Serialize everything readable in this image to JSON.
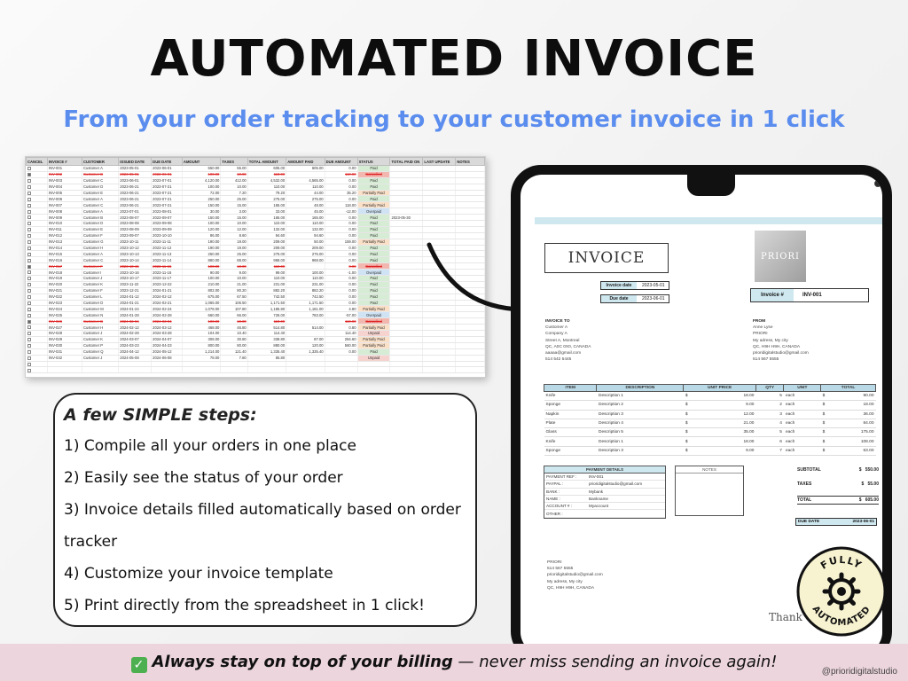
{
  "title": "AUTOMATED INVOICE",
  "subtitle": "From your order tracking to your customer invoice in 1 click",
  "sheet": {
    "headers": [
      "CANCEL",
      "INVOICE #",
      "CUSTOMER",
      "ISSUED DATE",
      "DUE DATE",
      "AMOUNT",
      "TAXES",
      "TOTAL AMOUNT",
      "AMOUNT PAID",
      "DUE AMOUNT",
      "STATUS",
      "TOTAL PAID ON",
      "LAST UPDATE",
      "NOTES"
    ],
    "rows": [
      {
        "c": false,
        "inv": "INV-001",
        "cust": "Customer A",
        "iss": "2023-05-01",
        "due": "2023-06-01",
        "amt": "550.00",
        "tax": "55.00",
        "tot": "605.00",
        "paid": "605.00",
        "dueamt": "0.00",
        "st": "Paid",
        "cls": "paid"
      },
      {
        "c": true,
        "inv": "INV-002",
        "cust": "Customer B",
        "iss": "2023-05-01",
        "due": "2023-06-01",
        "amt": "100.00",
        "tax": "10.00",
        "tot": "110.00",
        "paid": "",
        "dueamt": "110.00",
        "st": "Cancelled",
        "cls": "can"
      },
      {
        "c": false,
        "inv": "INV-003",
        "cust": "Customer C",
        "iss": "2023-06-01",
        "due": "2023-07-01",
        "amt": "4,120.00",
        "tax": "412.00",
        "tot": "4,532.00",
        "paid": "4,565.00",
        "dueamt": "0.00",
        "st": "Paid",
        "cls": "paid"
      },
      {
        "c": false,
        "inv": "INV-004",
        "cust": "Customer D",
        "iss": "2023-06-21",
        "due": "2023-07-21",
        "amt": "100.00",
        "tax": "10.00",
        "tot": "110.00",
        "paid": "110.00",
        "dueamt": "0.00",
        "st": "Paid",
        "cls": "paid"
      },
      {
        "c": false,
        "inv": "INV-005",
        "cust": "Customer E",
        "iss": "2023-06-21",
        "due": "2023-07-21",
        "amt": "72.00",
        "tax": "7.20",
        "tot": "79.20",
        "paid": "44.00",
        "dueamt": "35.20",
        "st": "Partially Paid",
        "cls": "pp"
      },
      {
        "c": false,
        "inv": "INV-006",
        "cust": "Customer A",
        "iss": "2023-06-21",
        "due": "2023-07-21",
        "amt": "250.00",
        "tax": "25.00",
        "tot": "275.00",
        "paid": "275.00",
        "dueamt": "0.00",
        "st": "Paid",
        "cls": "paid"
      },
      {
        "c": false,
        "inv": "INV-007",
        "cust": "Customer C",
        "iss": "2023-06-21",
        "due": "2023-07-21",
        "amt": "150.00",
        "tax": "15.00",
        "tot": "165.00",
        "paid": "48.00",
        "dueamt": "118.00",
        "st": "Partially Paid",
        "cls": "pp"
      },
      {
        "c": false,
        "inv": "INV-008",
        "cust": "Customer A",
        "iss": "2023-07-01",
        "due": "2023-08-01",
        "amt": "30.00",
        "tax": "3.00",
        "tot": "33.00",
        "paid": "45.00",
        "dueamt": "-12.00",
        "st": "Overpaid",
        "cls": "over"
      },
      {
        "c": false,
        "inv": "INV-009",
        "cust": "Customer B",
        "iss": "2023-08-07",
        "due": "2023-09-07",
        "amt": "150.00",
        "tax": "15.00",
        "tot": "165.00",
        "paid": "165.00",
        "dueamt": "0.00",
        "st": "Paid",
        "cls": "paid",
        "paidon": "2023-05-30"
      },
      {
        "c": false,
        "inv": "INV-010",
        "cust": "Customer D",
        "iss": "2023-08-08",
        "due": "2023-09-08",
        "amt": "100.00",
        "tax": "10.00",
        "tot": "110.00",
        "paid": "110.00",
        "dueamt": "0.00",
        "st": "Paid",
        "cls": "paid"
      },
      {
        "c": false,
        "inv": "INV-011",
        "cust": "Customer E",
        "iss": "2023-08-09",
        "due": "2023-09-09",
        "amt": "120.00",
        "tax": "12.00",
        "tot": "132.00",
        "paid": "132.00",
        "dueamt": "0.00",
        "st": "Paid",
        "cls": "paid"
      },
      {
        "c": false,
        "inv": "INV-012",
        "cust": "Customer F",
        "iss": "2023-09-07",
        "due": "2023-10-10",
        "amt": "86.00",
        "tax": "8.60",
        "tot": "94.60",
        "paid": "94.60",
        "dueamt": "0.00",
        "st": "Paid",
        "cls": "paid"
      },
      {
        "c": false,
        "inv": "INV-013",
        "cust": "Customer G",
        "iss": "2023-10-11",
        "due": "2023-11-11",
        "amt": "190.00",
        "tax": "19.00",
        "tot": "209.00",
        "paid": "50.00",
        "dueamt": "159.00",
        "st": "Partially Paid",
        "cls": "pp"
      },
      {
        "c": false,
        "inv": "INV-014",
        "cust": "Customer H",
        "iss": "2023-10-12",
        "due": "2023-11-12",
        "amt": "190.00",
        "tax": "19.00",
        "tot": "209.00",
        "paid": "209.00",
        "dueamt": "0.00",
        "st": "Paid",
        "cls": "paid"
      },
      {
        "c": false,
        "inv": "INV-015",
        "cust": "Customer A",
        "iss": "2023-10-13",
        "due": "2023-11-13",
        "amt": "250.00",
        "tax": "25.00",
        "tot": "275.00",
        "paid": "275.00",
        "dueamt": "0.00",
        "st": "Paid",
        "cls": "paid"
      },
      {
        "c": false,
        "inv": "INV-016",
        "cust": "Customer C",
        "iss": "2023-10-14",
        "due": "2023-11-14",
        "amt": "880.00",
        "tax": "88.00",
        "tot": "968.00",
        "paid": "968.00",
        "dueamt": "0.00",
        "st": "Paid",
        "cls": "paid"
      },
      {
        "c": true,
        "inv": "INV-017",
        "cust": "Customer F",
        "iss": "2023-10-15",
        "due": "2023-11-15",
        "amt": "100.00",
        "tax": "10.00",
        "tot": "110.00",
        "paid": "",
        "dueamt": "0.00",
        "st": "Cancelled",
        "cls": "can"
      },
      {
        "c": false,
        "inv": "INV-018",
        "cust": "Customer I",
        "iss": "2023-10-16",
        "due": "2023-11-16",
        "amt": "90.00",
        "tax": "9.00",
        "tot": "99.00",
        "paid": "100.00",
        "dueamt": "-1.00",
        "st": "Overpaid",
        "cls": "over"
      },
      {
        "c": false,
        "inv": "INV-019",
        "cust": "Customer J",
        "iss": "2023-10-17",
        "due": "2023-11-17",
        "amt": "100.00",
        "tax": "10.00",
        "tot": "110.00",
        "paid": "110.00",
        "dueamt": "0.00",
        "st": "Paid",
        "cls": "paid"
      },
      {
        "c": false,
        "inv": "INV-020",
        "cust": "Customer K",
        "iss": "2023-11-22",
        "due": "2023-12-22",
        "amt": "210.00",
        "tax": "21.00",
        "tot": "231.00",
        "paid": "231.00",
        "dueamt": "0.00",
        "st": "Paid",
        "cls": "paid"
      },
      {
        "c": false,
        "inv": "INV-021",
        "cust": "Customer F",
        "iss": "2023-12-21",
        "due": "2024-01-21",
        "amt": "802.00",
        "tax": "80.20",
        "tot": "882.20",
        "paid": "882.20",
        "dueamt": "0.00",
        "st": "Paid",
        "cls": "paid"
      },
      {
        "c": false,
        "inv": "INV-022",
        "cust": "Customer L",
        "iss": "2024-01-12",
        "due": "2024-02-12",
        "amt": "675.00",
        "tax": "67.50",
        "tot": "742.50",
        "paid": "742.50",
        "dueamt": "0.00",
        "st": "Paid",
        "cls": "paid"
      },
      {
        "c": false,
        "inv": "INV-023",
        "cust": "Customer D",
        "iss": "2024-01-21",
        "due": "2024-02-21",
        "amt": "1,065.00",
        "tax": "106.50",
        "tot": "1,171.50",
        "paid": "1,171.50",
        "dueamt": "0.00",
        "st": "Paid",
        "cls": "paid"
      },
      {
        "c": false,
        "inv": "INV-024",
        "cust": "Customer M",
        "iss": "2024-01-24",
        "due": "2024-02-24",
        "amt": "1,078.00",
        "tax": "107.80",
        "tot": "1,185.80",
        "paid": "1,181.00",
        "dueamt": "4.80",
        "st": "Partially Paid",
        "cls": "pp"
      },
      {
        "c": false,
        "inv": "INV-025",
        "cust": "Customer N",
        "iss": "2024-01-28",
        "due": "2024-02-28",
        "amt": "660.00",
        "tax": "66.00",
        "tot": "726.00",
        "paid": "783.00",
        "dueamt": "-57.00",
        "st": "Overpaid",
        "cls": "over"
      },
      {
        "c": true,
        "inv": "INV-026",
        "cust": "Customer B",
        "iss": "2024-02-04",
        "due": "2024-03-04",
        "amt": "100.00",
        "tax": "10.00",
        "tot": "110.00",
        "paid": "",
        "dueamt": "110.00",
        "st": "Cancelled",
        "cls": "can"
      },
      {
        "c": false,
        "inv": "INV-027",
        "cust": "Customer H",
        "iss": "2024-02-12",
        "due": "2024-03-12",
        "amt": "468.00",
        "tax": "46.80",
        "tot": "514.80",
        "paid": "514.00",
        "dueamt": "0.80",
        "st": "Partially Paid",
        "cls": "pp"
      },
      {
        "c": false,
        "inv": "INV-028",
        "cust": "Customer J",
        "iss": "2024-02-28",
        "due": "2024-03-28",
        "amt": "104.00",
        "tax": "10.40",
        "tot": "114.40",
        "paid": "",
        "dueamt": "114.40",
        "st": "Unpaid",
        "cls": "unpaid"
      },
      {
        "c": false,
        "inv": "INV-029",
        "cust": "Customer K",
        "iss": "2024-03-07",
        "due": "2024-04-07",
        "amt": "308.00",
        "tax": "30.80",
        "tot": "338.80",
        "paid": "87.00",
        "dueamt": "284.60",
        "st": "Partially Paid",
        "cls": "pp"
      },
      {
        "c": false,
        "inv": "INV-030",
        "cust": "Customer P",
        "iss": "2024-03-23",
        "due": "2024-04-23",
        "amt": "800.00",
        "tax": "80.00",
        "tot": "880.00",
        "paid": "120.00",
        "dueamt": "560.00",
        "st": "Partially Paid",
        "cls": "pp"
      },
      {
        "c": false,
        "inv": "INV-031",
        "cust": "Customer Q",
        "iss": "2024-04-12",
        "due": "2024-05-12",
        "amt": "1,214.00",
        "tax": "121.40",
        "tot": "1,335.40",
        "paid": "1,335.40",
        "dueamt": "0.00",
        "st": "Paid",
        "cls": "paid"
      },
      {
        "c": false,
        "inv": "INV-032",
        "cust": "Customer J",
        "iss": "2024-05-08",
        "due": "2024-06-08",
        "amt": "78.00",
        "tax": "7.80",
        "tot": "85.80",
        "paid": "",
        "dueamt": "",
        "st": "Unpaid",
        "cls": "unpaid"
      }
    ]
  },
  "steps": {
    "heading": "A few SIMPLE steps:",
    "items": [
      "1) Compile all your orders in one place",
      "2) Easily see the status of your order",
      "3) Invoice details filled automatically based on order",
      "tracker",
      "4) Customize your invoice template",
      "5) Print directly from the spreadsheet in 1 click!"
    ]
  },
  "invoice": {
    "title": "INVOICE",
    "logo_text": "PRIORI",
    "invoice_date_label": "Invoice date",
    "invoice_date": "2023-05-01",
    "due_date_label": "Due date",
    "due_date": "2023-06-01",
    "invoice_no_label": "Invoice #",
    "invoice_no": "INV-001",
    "to_heading": "INVOICE TO",
    "to_lines": [
      "Customer A",
      "Company A",
      "Street A, Montreal",
      "QC, A0C 0X0, CANADA",
      "aaaaa@gmail.com",
      "514 542 5445"
    ],
    "from_heading": "FROM",
    "from_lines": [
      "Anne Lyse",
      "PRIORI",
      "My adress, My city",
      "QC, H9H H9H, CANADA",
      "prioridigitalstudio@gmail.com",
      "514 567 5555"
    ],
    "item_headers": [
      "ITEM",
      "DESCRIPTION",
      "UNIT PRICE",
      "QTY",
      "UNIT",
      "TOTAL"
    ],
    "items": [
      {
        "item": "Knife",
        "desc": "Description 1",
        "price": "18.00",
        "qty": "5",
        "unit": "each",
        "total": "90.00"
      },
      {
        "item": "Sponge",
        "desc": "Description 2",
        "price": "9.00",
        "qty": "2",
        "unit": "each",
        "total": "18.00"
      },
      {
        "item": "Napkin",
        "desc": "Description 3",
        "price": "12.00",
        "qty": "3",
        "unit": "each",
        "total": "36.00"
      },
      {
        "item": "Plate",
        "desc": "Description 4",
        "price": "21.00",
        "qty": "4",
        "unit": "each",
        "total": "84.00"
      },
      {
        "item": "Glass",
        "desc": "Description 5",
        "price": "35.00",
        "qty": "5",
        "unit": "each",
        "total": "175.00"
      },
      {
        "item": "Knife",
        "desc": "Description 1",
        "price": "18.00",
        "qty": "6",
        "unit": "each",
        "total": "108.00"
      },
      {
        "item": "Sponge",
        "desc": "Description 3",
        "price": "9.00",
        "qty": "7",
        "unit": "each",
        "total": "63.00"
      }
    ],
    "currency": "$",
    "payment_heading": "PAYMENT DETAILS",
    "payment_rows": [
      {
        "k": "PAYMENT REF :",
        "v": "INV-001"
      },
      {
        "k": "PAYPAL :",
        "v": "prioridigitalstudio@gmail.com"
      },
      {
        "k": "BANK :",
        "v": "Mybank"
      },
      {
        "k": "NAME :",
        "v": "Bankname"
      },
      {
        "k": "ACCOUNT # :",
        "v": "Myaccount"
      },
      {
        "k": "OTHER :",
        "v": ""
      }
    ],
    "notes_heading": "NOTES",
    "subtotal_label": "SUBTOTAL",
    "subtotal": "550.00",
    "taxes_label": "TAXES",
    "taxes": "55.00",
    "total_label": "TOTAL",
    "total": "605.00",
    "due_label": "DUE DATE",
    "due_value": "2023-06-01",
    "footer_lines": [
      "PRIORI",
      "514 567 5555",
      "prioridigitalstudio@gmail.com",
      "My adress, My city",
      "QC, H9H H9H, CANADA"
    ],
    "thank": "Thank"
  },
  "badge": {
    "top": "FULLY",
    "bottom": "AUTOMATED"
  },
  "banner": {
    "check": "✓",
    "bold": "Always stay on top of your billing",
    "rest": " — never miss sending an invoice again!",
    "handle": "@prioridigitalstudio"
  }
}
